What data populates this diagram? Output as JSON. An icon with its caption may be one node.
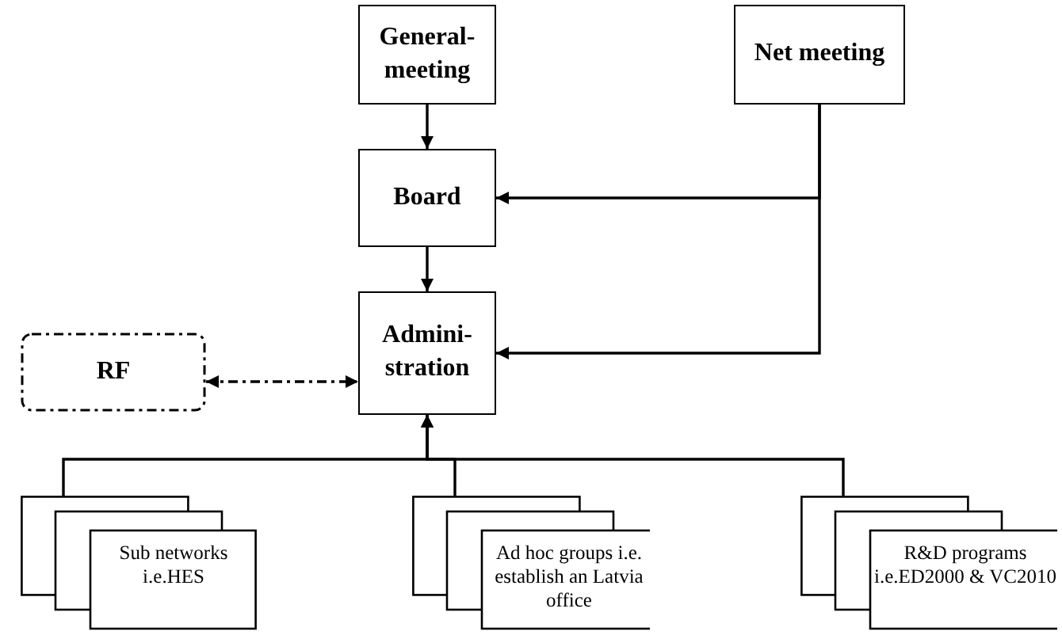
{
  "diagram": {
    "nodes": [
      {
        "text": [
          "General-meeting"
        ]
      },
      {
        "text": [
          "Net meeting"
        ]
      },
      {
        "text": [
          "Board"
        ]
      },
      {
        "text": [
          "RF"
        ]
      },
      {
        "text": [
          "Admini-stration"
        ]
      },
      {
        "text": [
          "Sub networks i.e.HES"
        ]
      },
      {
        "text": [
          "Ad hoc groups i.e. establish an Latvia office"
        ]
      },
      {
        "text": [
          "R&D programs i.e.ED2000 & VC2010"
        ]
      }
    ],
    "edges": [
      {
        "from": 0,
        "to": 2,
        "arrow": "to"
      },
      {
        "from": 2,
        "to": 4,
        "arrow": "to"
      },
      {
        "from": 1,
        "to": 2,
        "arrow": "to"
      },
      {
        "from": 1,
        "to": 4,
        "arrow": "to"
      },
      {
        "from": 3,
        "to": 4,
        "arrow": "both",
        "style": "dashed"
      },
      {
        "from": 5,
        "to": 4,
        "arrow": "to"
      },
      {
        "from": 6,
        "to": 4,
        "arrow": "to"
      },
      {
        "from": 7,
        "to": 4,
        "arrow": "to"
      }
    ]
  }
}
